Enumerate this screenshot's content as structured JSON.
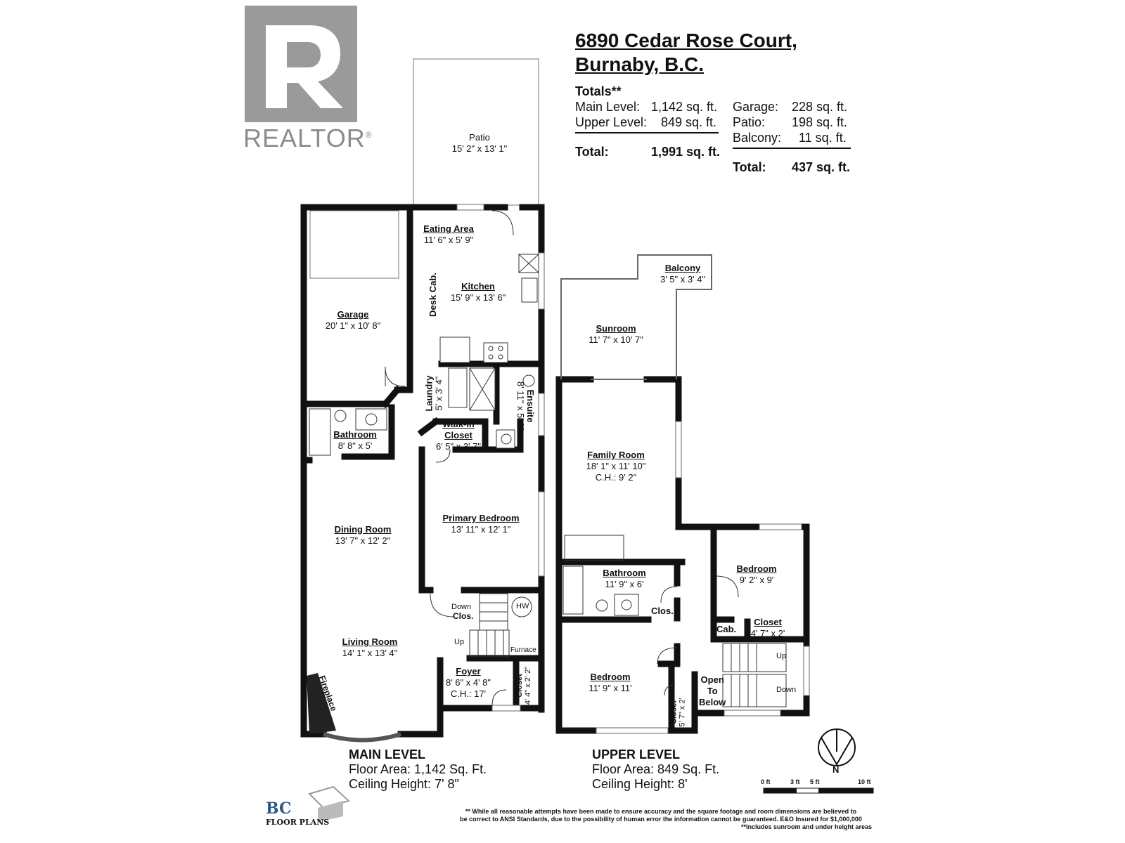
{
  "logo": {
    "brand": "REALTOR",
    "mark": "®"
  },
  "header": {
    "address_line1": "6890 Cedar Rose Court,",
    "address_line2": "Burnaby, B.C."
  },
  "totals": {
    "heading": "Totals",
    "heading_mark": "**",
    "main_label": "Main Level:",
    "main_value": "1,142 sq. ft.",
    "upper_label": "Upper Level:",
    "upper_value": "849 sq. ft.",
    "total_label": "Total:",
    "total_value": "1,991 sq. ft.",
    "garage_label": "Garage:",
    "garage_value": "228 sq. ft.",
    "patio_label": "Patio:",
    "patio_value": "198 sq. ft.",
    "balcony_label": "Balcony:",
    "balcony_value": "11 sq. ft.",
    "ext_total_label": "Total:",
    "ext_total_value": "437 sq. ft."
  },
  "main_rooms": [
    {
      "name": "Patio",
      "dims": "15' 2\" x 13' 1\""
    },
    {
      "name": "Eating Area",
      "dims": "11' 6\" x 5' 9\""
    },
    {
      "name": "Kitchen",
      "dims": "15' 9\" x 13' 6\""
    },
    {
      "name": "Garage",
      "dims": "20' 1\" x 10' 8\""
    },
    {
      "name": "Bathroom",
      "dims": "8' 8\" x 5'"
    },
    {
      "name": "Walk-In",
      "dims": "Closet"
    },
    {
      "name": "",
      "dims": "6' 5\" x 3' 7\""
    },
    {
      "name": "Dining Room",
      "dims": "13' 7\" x 12' 2\""
    },
    {
      "name": "Primary Bedroom",
      "dims": "13' 11\" x 12' 1\""
    },
    {
      "name": "Living Room",
      "dims": "14' 1\" x 13' 4\""
    },
    {
      "name": "Foyer",
      "dims": "8' 6\" x 4' 8\"",
      "extra": "C.H.: 17'"
    }
  ],
  "main_small": {
    "desk": "Desk Cab.",
    "laundry": "Laundry",
    "laundry_dims": "5' x 3' 4\"",
    "ensuite": "Ensuite",
    "ensuite_dims": "8' 11\" x 5' 3\"",
    "down": "Down",
    "clos": "Clos.",
    "hw": "HW",
    "up": "Up",
    "furnace": "Furnace",
    "closet": "Closet",
    "closet_dims": "4' 4\" x 2' 2\"",
    "fireplace": "Fireplace"
  },
  "upper_rooms": [
    {
      "name": "Balcony",
      "dims": "3' 5\" x 3' 4\""
    },
    {
      "name": "Sunroom",
      "dims": "11' 7\" x 10' 7\""
    },
    {
      "name": "Family Room",
      "dims": "18' 1\" x 11' 10\"",
      "extra": "C.H.: 9' 2\""
    },
    {
      "name": "Bathroom",
      "dims": "11' 9\" x 6'"
    },
    {
      "name": "Bedroom",
      "dims": "9' 2\" x 9'"
    },
    {
      "name": "Closet",
      "dims": "4' 7\" x 2'"
    },
    {
      "name": "Bedroom",
      "dims": "11' 9\" x 11'"
    }
  ],
  "upper_small": {
    "clos": "Clos.",
    "cab": "Cab.",
    "open1": "Open",
    "open2": "To",
    "open3": "Below",
    "up": "Up",
    "down": "Down",
    "closet": "Closet",
    "closet_dims": "5' 7\" x 2'"
  },
  "main_level": {
    "title": "MAIN LEVEL",
    "area": "Floor Area: 1,142 Sq. Ft.",
    "ceiling": "Ceiling Height: 7' 8\""
  },
  "upper_level": {
    "title": "UPPER LEVEL",
    "area": "Floor Area: 849 Sq. Ft.",
    "ceiling": "Ceiling Height: 8'"
  },
  "compass": {
    "label": "N"
  },
  "scale": {
    "ticks": [
      "0 ft",
      "3 ft",
      "5 ft",
      "10 ft"
    ]
  },
  "company": {
    "initials": "BC",
    "name": "FLOOR PLANS"
  },
  "disclaimer": {
    "line1": "** While all reasonable attempts have been made to ensure accuracy and the square footage and room dimensions are believed to",
    "line2": "be correct to ANSI Standards, due to the possibility of human error the information cannot be guaranteed. E&O Insured for $1,000,000",
    "line3": "**Includes sunroom and under height areas"
  }
}
